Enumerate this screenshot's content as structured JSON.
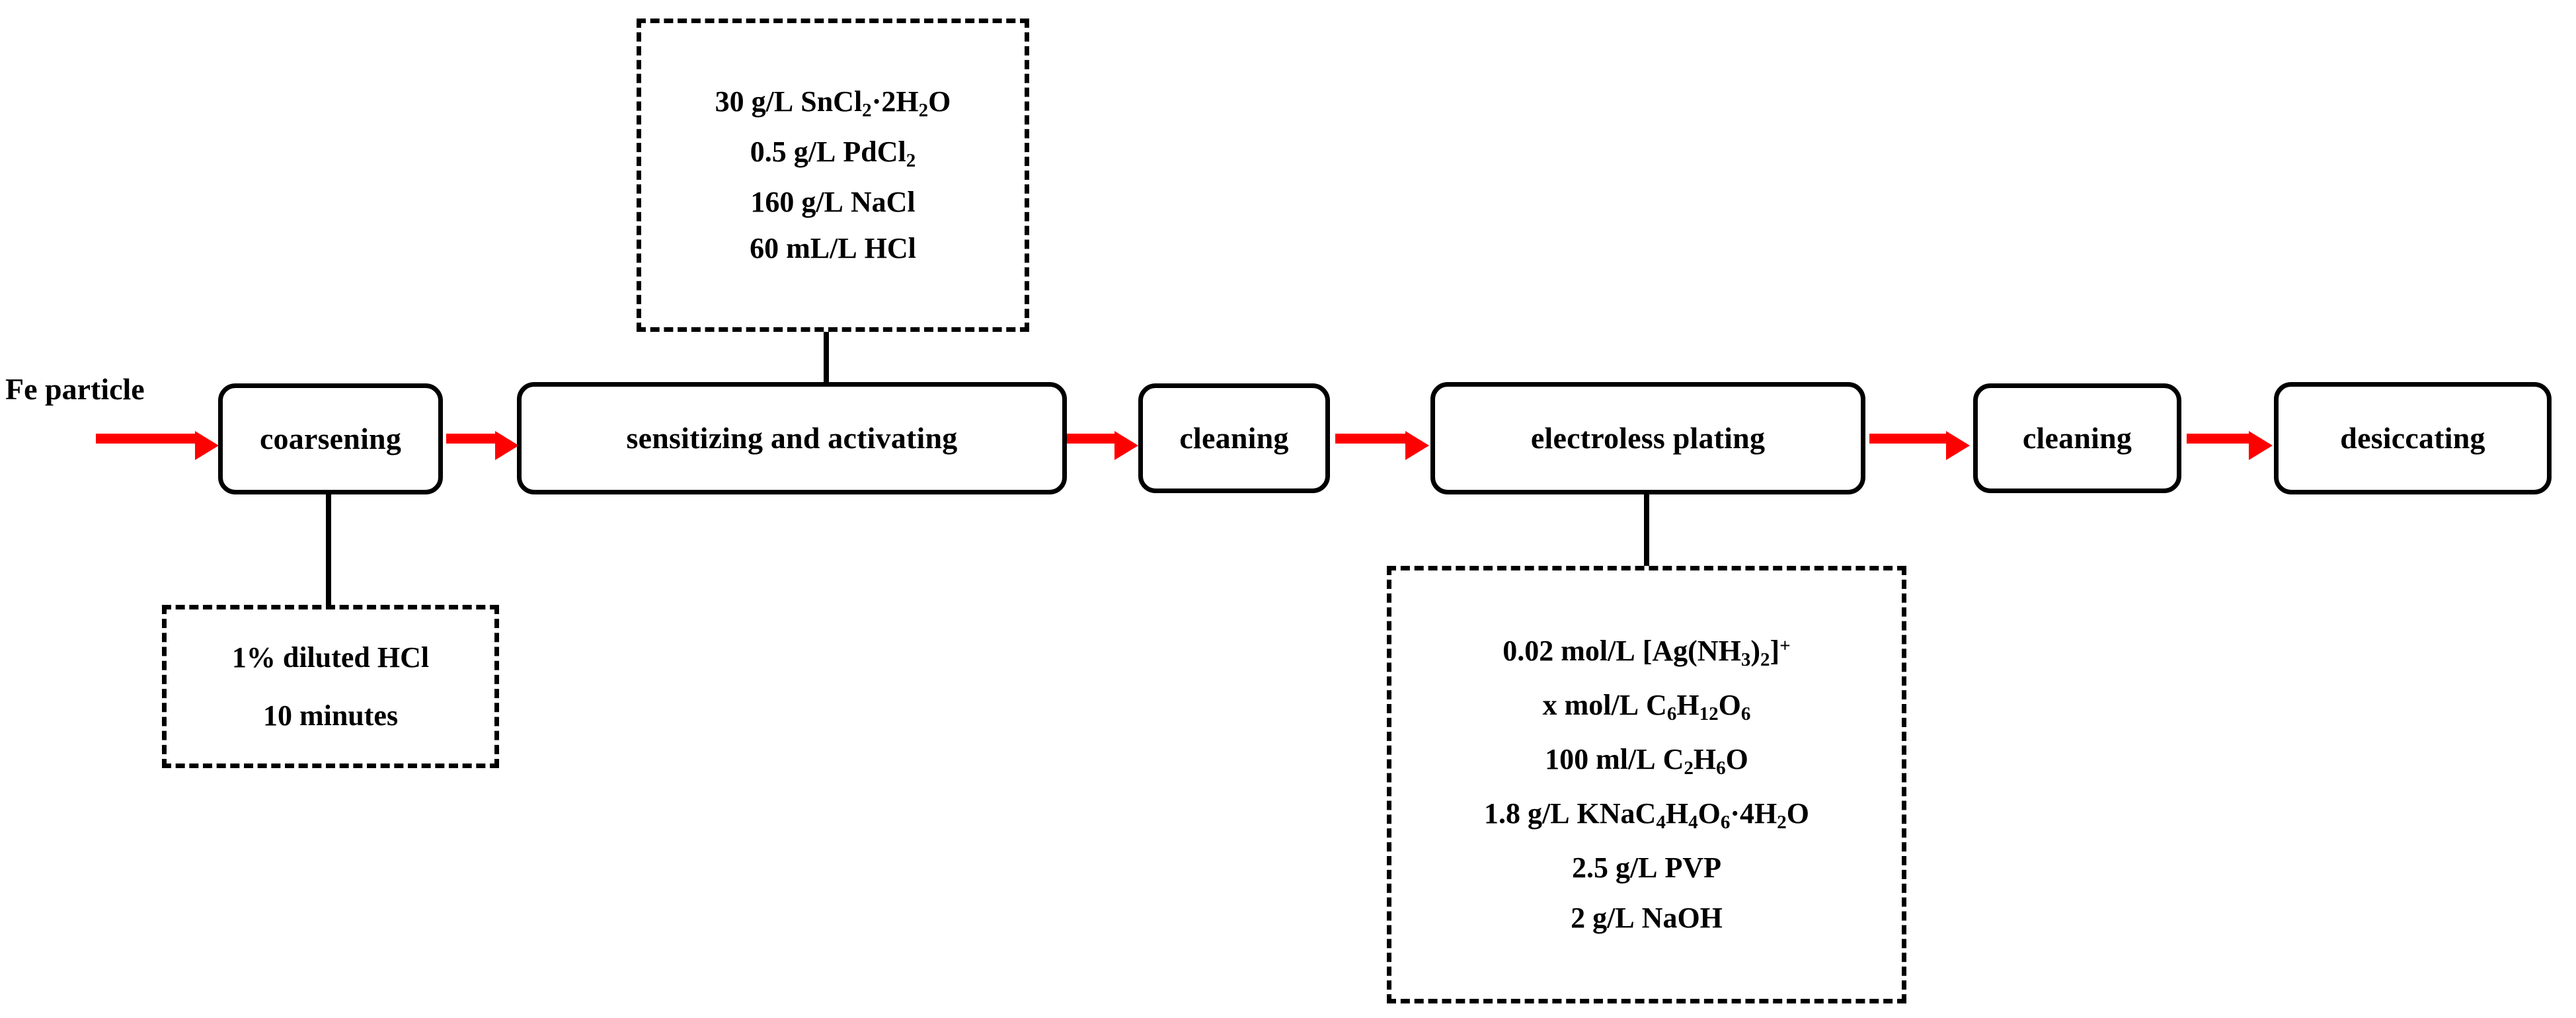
{
  "diagram": {
    "title": "Fe particle silver electroless plating process flow",
    "source_label": "Fe particle",
    "accent_color": "#FF0000",
    "line_color": "#000000",
    "background_color": "#FFFFFF"
  },
  "steps": [
    {
      "id": "coarsening",
      "label": "coarsening"
    },
    {
      "id": "sensitizing",
      "label": "sensitizing and activating"
    },
    {
      "id": "cleaning1",
      "label": "cleaning"
    },
    {
      "id": "plating",
      "label": "electroless plating"
    },
    {
      "id": "cleaning2",
      "label": "cleaning"
    },
    {
      "id": "desiccating",
      "label": "desiccating"
    }
  ],
  "annotations": {
    "coarsening_bath": {
      "lines": [
        {
          "amount": "1% diluted",
          "species": "HCl",
          "species_html": "HCl"
        },
        {
          "amount": "10",
          "species": "minutes",
          "species_html": "minutes"
        }
      ],
      "plain": [
        "1% diluted HCl",
        "10 minutes"
      ]
    },
    "sensitizing_bath": {
      "lines": [
        {
          "amount": "30 g/L",
          "species_html": "SnCl<sub>2</sub>&#183;2H<sub>2</sub>O"
        },
        {
          "amount": "0.5 g/L",
          "species_html": "PdCl<sub>2</sub>"
        },
        {
          "amount": "160 g/L",
          "species_html": "NaCl"
        },
        {
          "amount": "60 mL/L",
          "species_html": "HCl"
        }
      ],
      "plain": [
        "30 g/L  SnCl2·2H2O",
        "0.5 g/L  PdCl2",
        "160 g/L  NaCl",
        "60 mL/L  HCl"
      ]
    },
    "plating_bath": {
      "lines": [
        {
          "amount": "0.02 mol/L",
          "species_html": "[Ag(NH<sub>3</sub>)<sub>2</sub>]<sup>+</sup>"
        },
        {
          "amount": "x mol/L",
          "species_html": "C<sub>6</sub>H<sub>12</sub>O<sub>6</sub>"
        },
        {
          "amount": "100 ml/L",
          "species_html": "C<sub>2</sub>H<sub>6</sub>O"
        },
        {
          "amount": "1.8 g/L",
          "species_html": "KNaC<sub>4</sub>H<sub>4</sub>O<sub>6</sub>&#183;4H<sub>2</sub>O"
        },
        {
          "amount": "2.5 g/L",
          "species_html": "PVP"
        },
        {
          "amount": "2 g/L",
          "species_html": "NaOH"
        }
      ],
      "plain": [
        "0.02 mol/L [Ag(NH3)2]+",
        "x mol/L C6H12O6",
        "100 ml/L C2H6O",
        "1.8 g/L KNaC4H4O6·4H2O",
        "2.5 g/L PVP",
        "2 g/L NaOH"
      ]
    }
  }
}
